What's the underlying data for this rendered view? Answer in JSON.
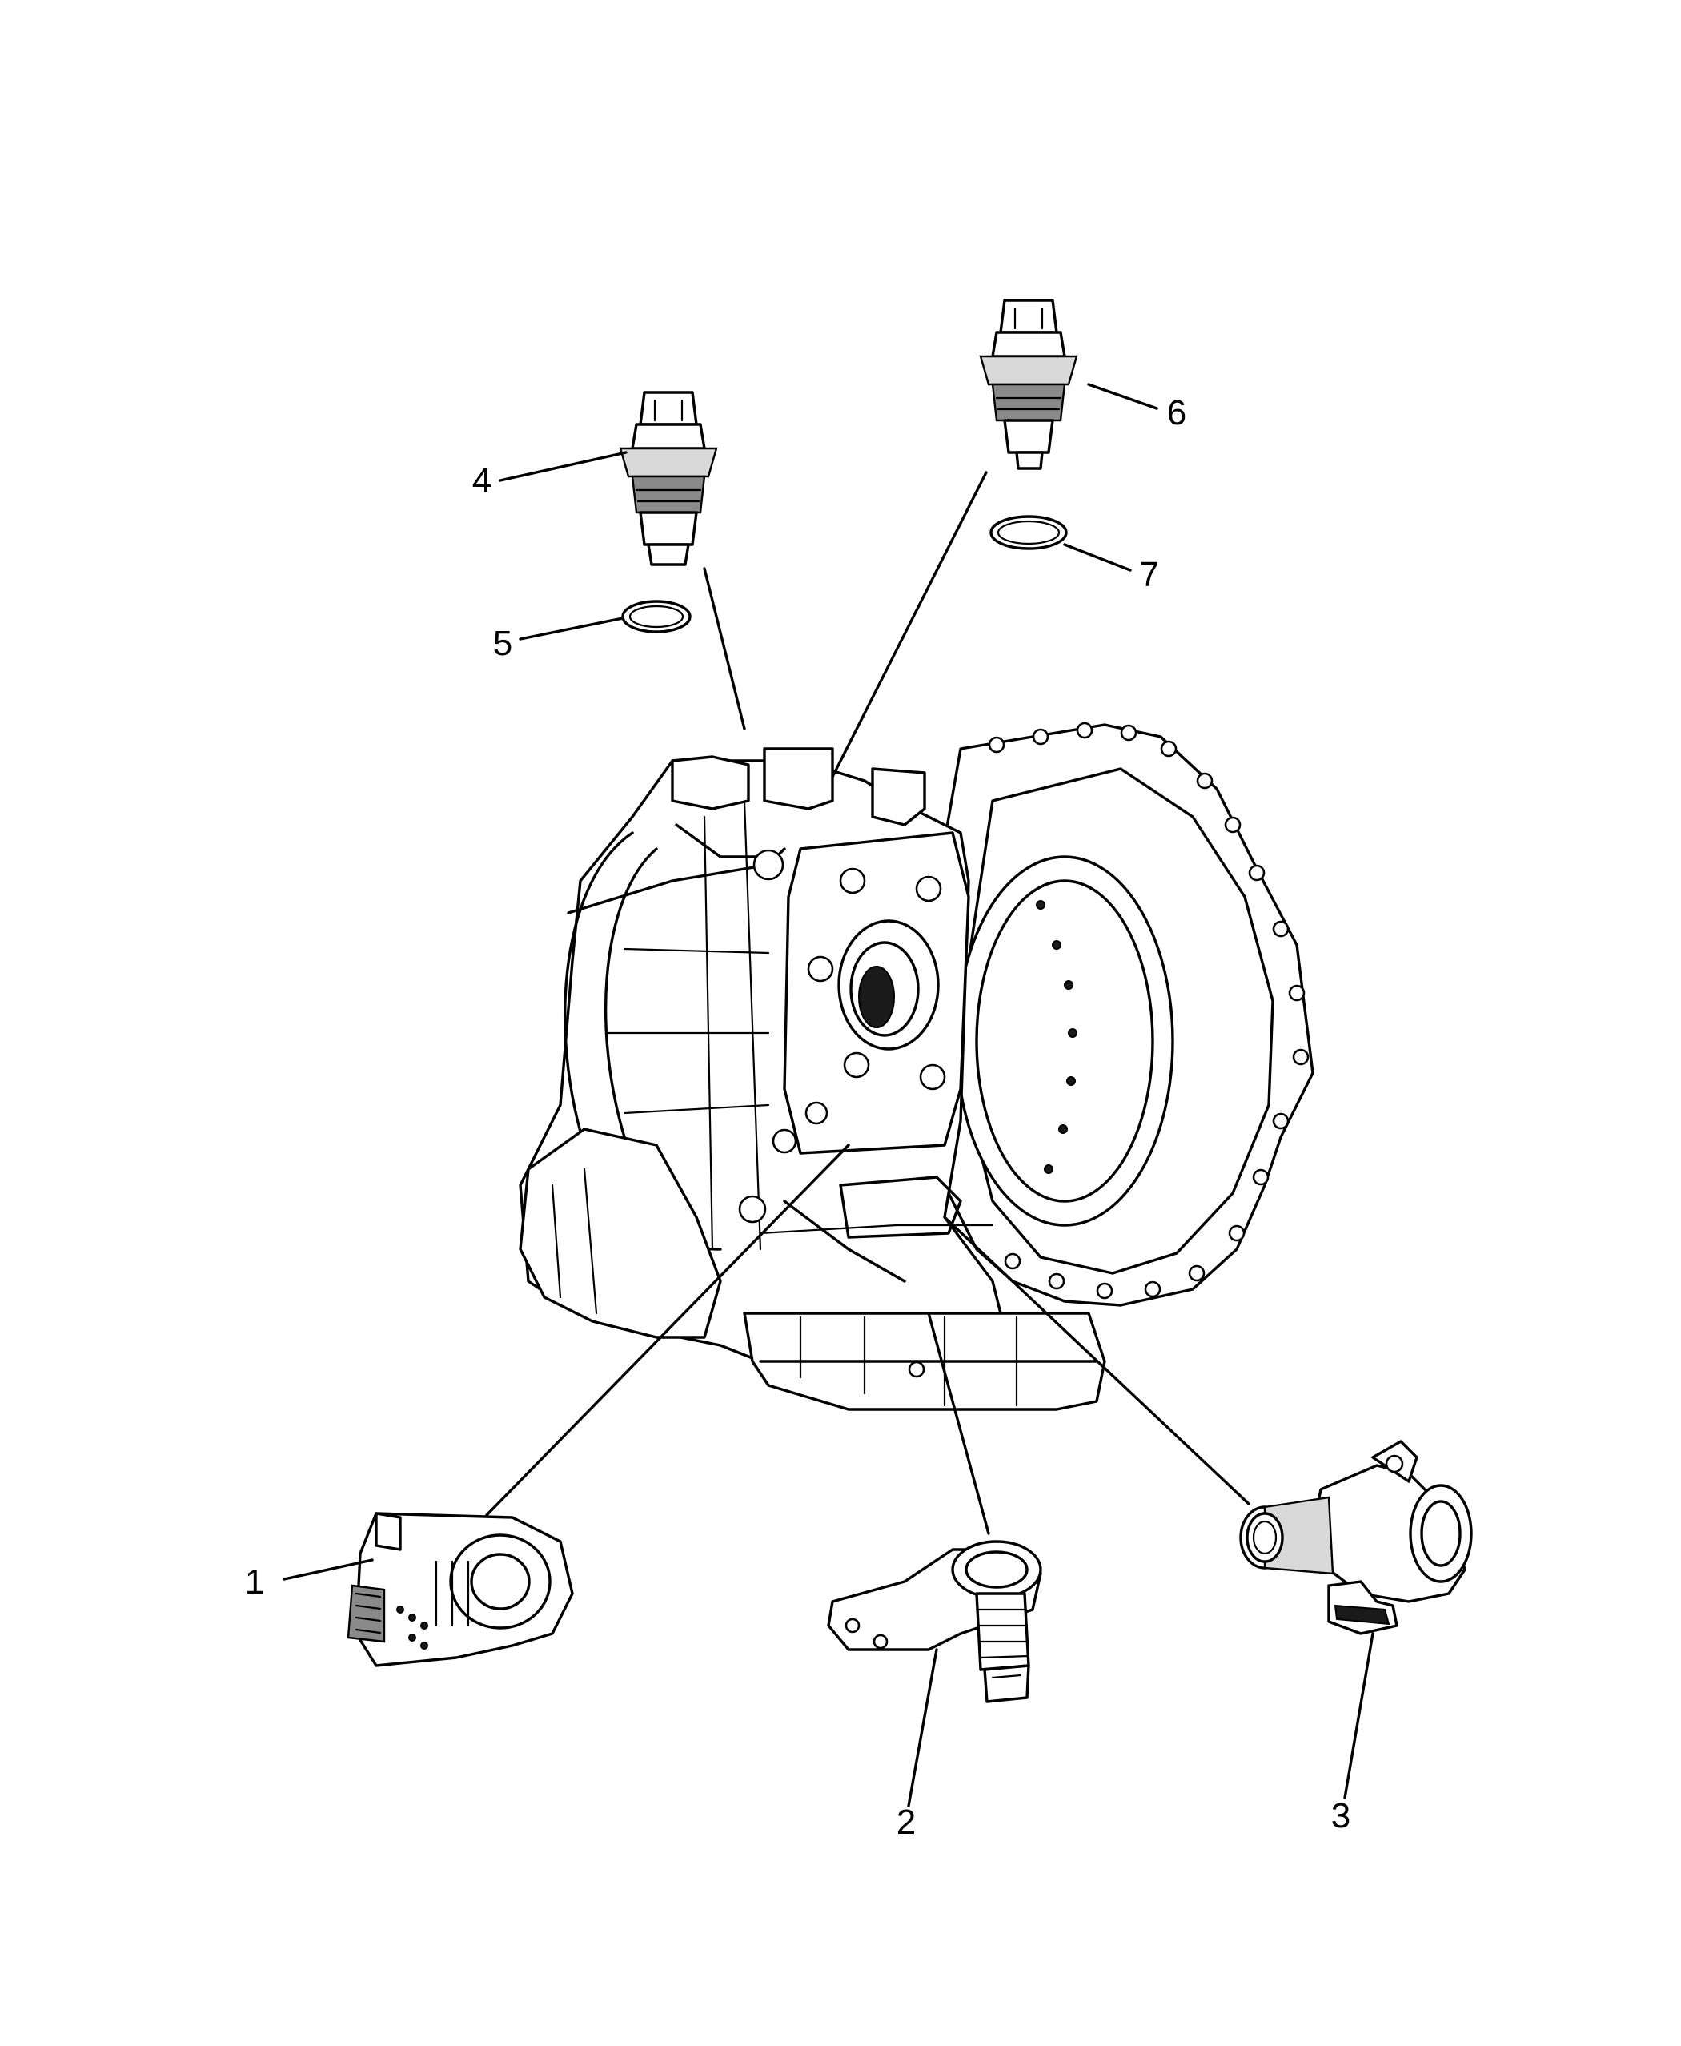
{
  "callouts": [
    {
      "id": "1",
      "label": "1",
      "part": "sensor-1"
    },
    {
      "id": "2",
      "label": "2",
      "part": "sensor-2"
    },
    {
      "id": "3",
      "label": "3",
      "part": "sensor-3"
    },
    {
      "id": "4",
      "label": "4",
      "part": "pressure-switch-4"
    },
    {
      "id": "5",
      "label": "5",
      "part": "o-ring-5"
    },
    {
      "id": "6",
      "label": "6",
      "part": "pressure-switch-6"
    },
    {
      "id": "7",
      "label": "7",
      "part": "o-ring-7"
    }
  ],
  "colors": {
    "line": "#000000",
    "background": "#ffffff",
    "shade_dark": "#1a1a1a",
    "shade_mid": "#8a8a8a",
    "shade_light": "#d9d9d9"
  }
}
